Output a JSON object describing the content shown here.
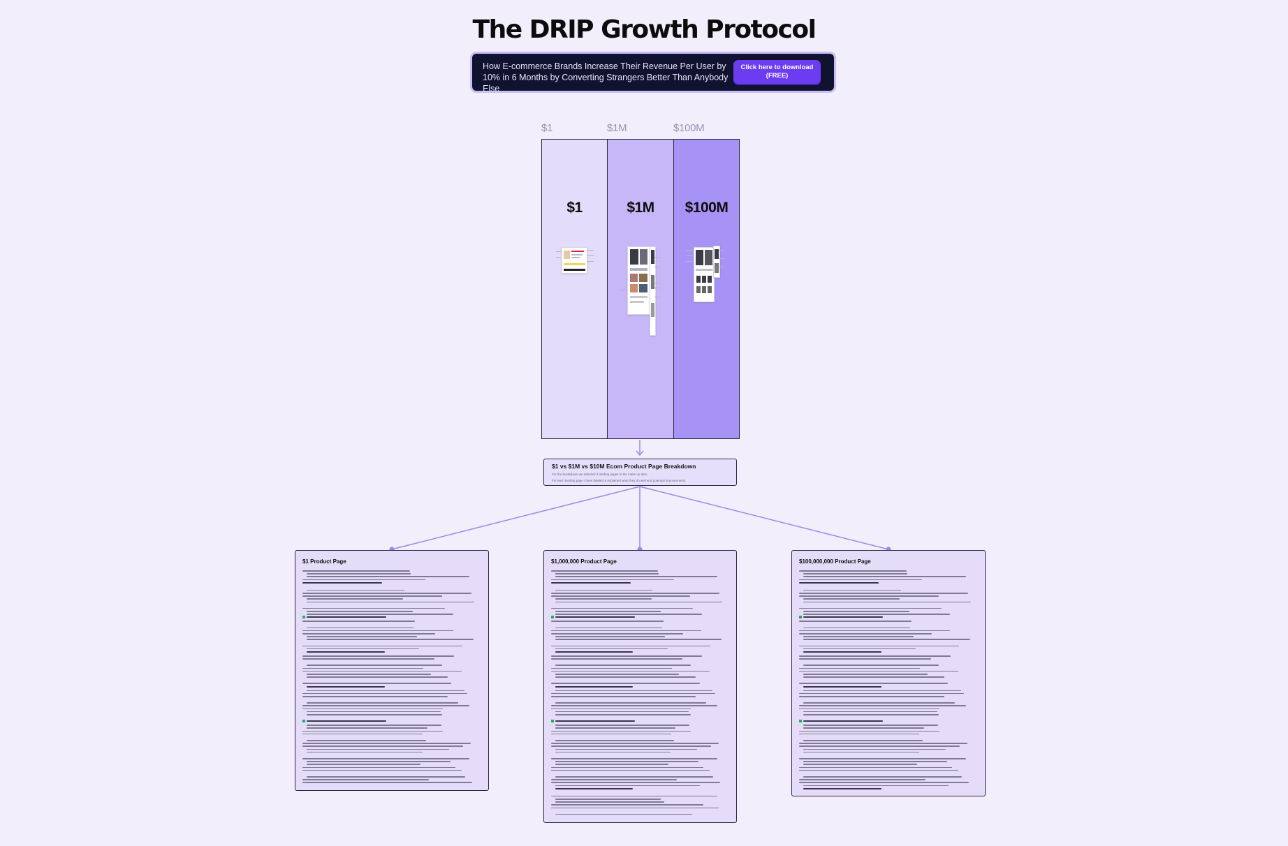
{
  "page": {
    "title": "The DRIP Growth Protocol"
  },
  "banner": {
    "text": "How E-commerce Brands Increase Their Revenue Per User by 10% in 6 Months by Converting Strangers Better Than Anybody Else",
    "button_label": "Click here to download (FREE)"
  },
  "columns": [
    {
      "label": "$1",
      "value": "$1",
      "color": "#e3dcfa"
    },
    {
      "label": "$1M",
      "value": "$1M",
      "color": "#c7b7f8"
    },
    {
      "label": "$100M",
      "value": "$100M",
      "color": "#a793f6"
    }
  ],
  "summary": {
    "title": "$1 vs $1M vs $10M Ecom Product Page Breakdown",
    "line1": "For the breakdown we selected 3 landing pages in the make up item.",
    "line2": "For each landing page I have labeled & explained what they do well and potential improvements."
  },
  "cards": [
    {
      "title": "$1 Product Page"
    },
    {
      "title": "$1,000,000 Product Page"
    },
    {
      "title": "$100,000,000 Product Page"
    }
  ],
  "colors": {
    "background": "#f2eefc",
    "accent": "#6b3cf0",
    "connector": "#9b88e8",
    "banner": "#0f1330"
  }
}
